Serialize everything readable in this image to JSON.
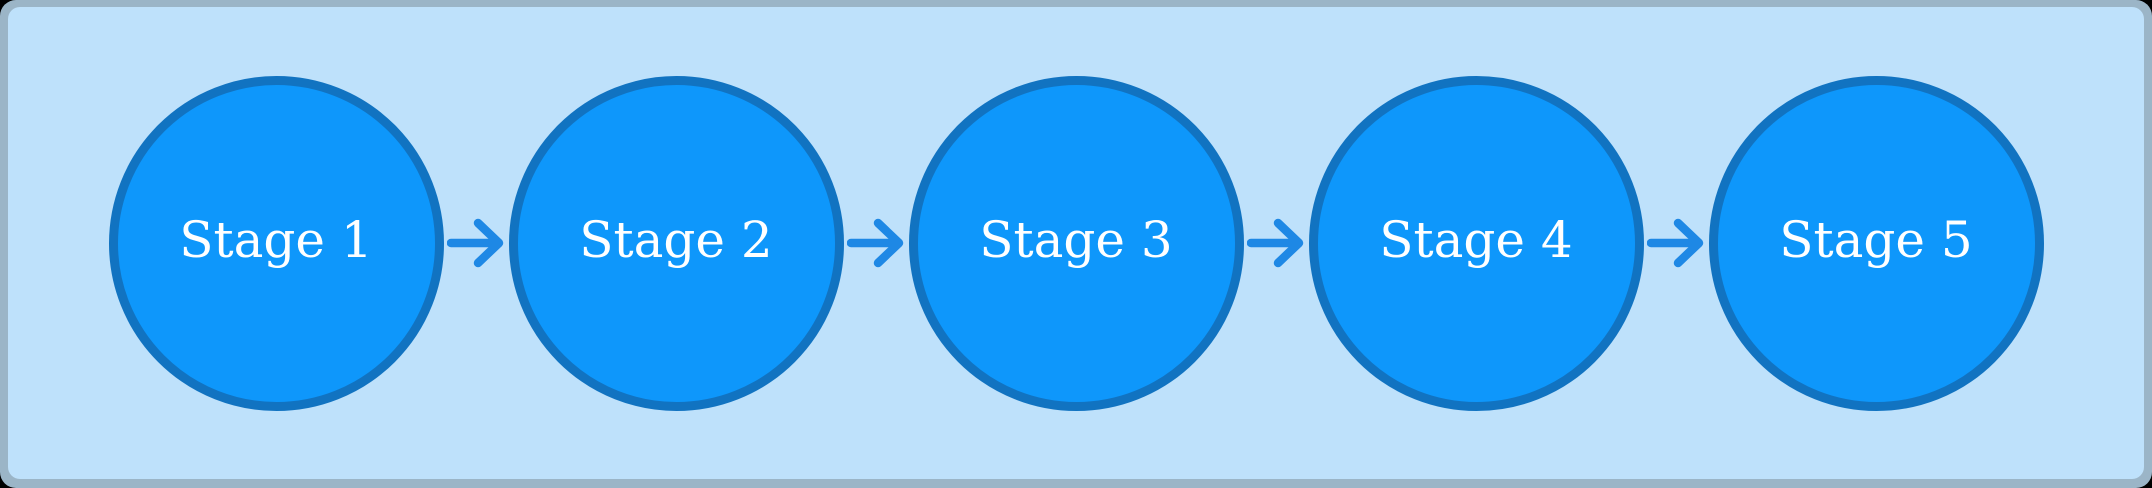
{
  "diagram": {
    "stages": [
      {
        "label": "Stage 1"
      },
      {
        "label": "Stage 2"
      },
      {
        "label": "Stage 3"
      },
      {
        "label": "Stage 4"
      },
      {
        "label": "Stage 5"
      }
    ],
    "connector_icon": "right-arrow-icon"
  },
  "theme": {
    "frame_color": "#9BB5C7",
    "panel_bg": "#BEE1FB",
    "node_fill": "#0E97FB",
    "node_border": "#1173C1",
    "arrow_color": "#1E88E5",
    "label_color": "#FFFFFF"
  }
}
